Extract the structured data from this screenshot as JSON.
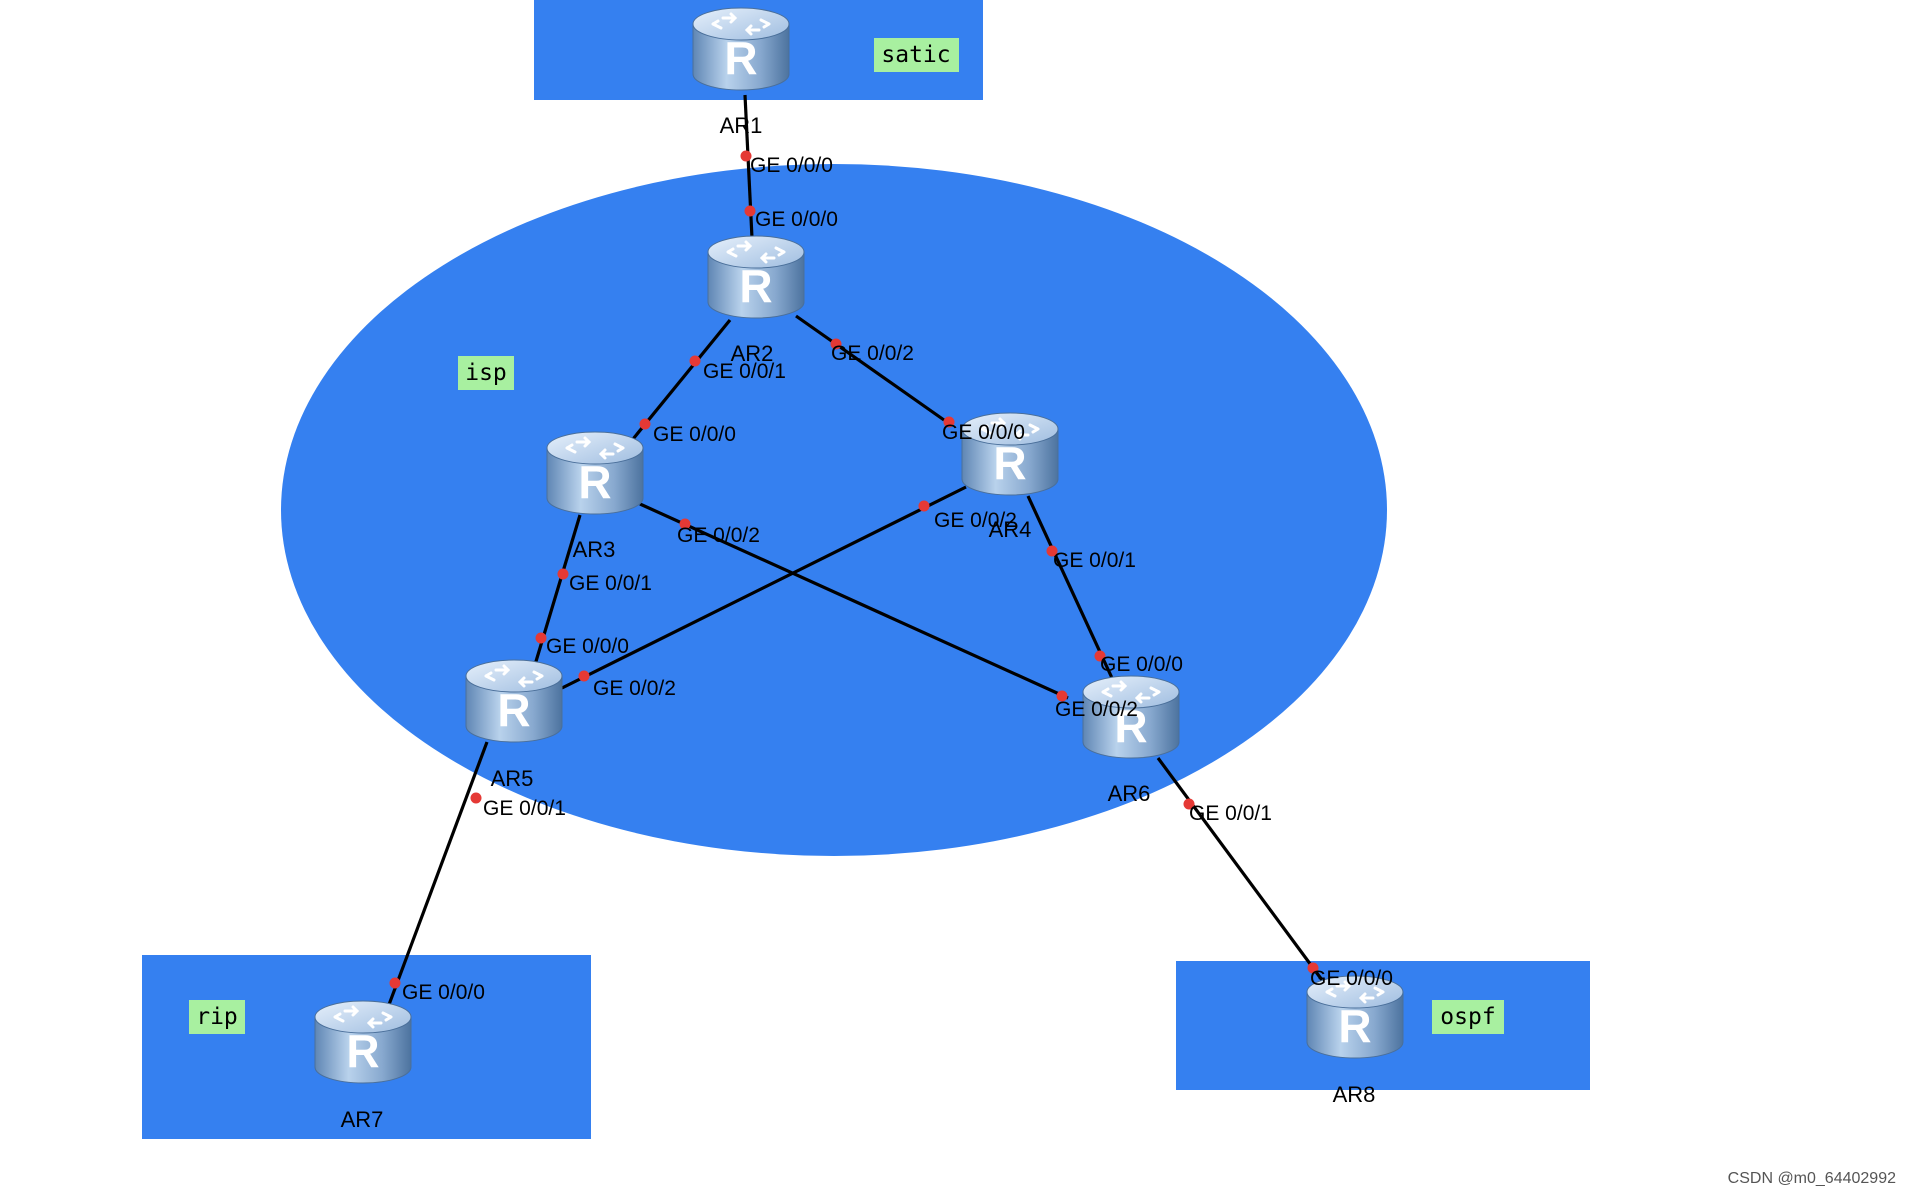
{
  "colors": {
    "area_fill": "#3580F0",
    "tag_fill": "#A8F0A0",
    "link": "#000000",
    "port_dot": "#E53935"
  },
  "areas": {
    "static": {
      "label": "satic"
    },
    "isp": {
      "label": "isp"
    },
    "rip": {
      "label": "rip"
    },
    "ospf": {
      "label": "ospf"
    }
  },
  "routers": [
    {
      "id": "AR1",
      "label": "AR1",
      "icon": "router-icon"
    },
    {
      "id": "AR2",
      "label": "AR2",
      "icon": "router-icon"
    },
    {
      "id": "AR3",
      "label": "AR3",
      "icon": "router-icon"
    },
    {
      "id": "AR4",
      "label": "AR4",
      "icon": "router-icon"
    },
    {
      "id": "AR5",
      "label": "AR5",
      "icon": "router-icon"
    },
    {
      "id": "AR6",
      "label": "AR6",
      "icon": "router-icon"
    },
    {
      "id": "AR7",
      "label": "AR7",
      "icon": "router-icon"
    },
    {
      "id": "AR8",
      "label": "AR8",
      "icon": "router-icon"
    }
  ],
  "links": [
    {
      "from": "AR1",
      "from_port": "GE 0/0/0",
      "to": "AR2",
      "to_port": "GE 0/0/0"
    },
    {
      "from": "AR2",
      "from_port": "GE 0/0/1",
      "to": "AR3",
      "to_port": "GE 0/0/0"
    },
    {
      "from": "AR2",
      "from_port": "GE 0/0/2",
      "to": "AR4",
      "to_port": "GE 0/0/0"
    },
    {
      "from": "AR3",
      "from_port": "GE 0/0/1",
      "to": "AR5",
      "to_port": "GE 0/0/0"
    },
    {
      "from": "AR3",
      "from_port": "GE 0/0/2",
      "to": "AR6",
      "to_port": "GE 0/0/2"
    },
    {
      "from": "AR4",
      "from_port": "GE 0/0/2",
      "to": "AR5",
      "to_port": "GE 0/0/2"
    },
    {
      "from": "AR4",
      "from_port": "GE 0/0/1",
      "to": "AR6",
      "to_port": "GE 0/0/0"
    },
    {
      "from": "AR5",
      "from_port": "GE 0/0/1",
      "to": "AR7",
      "to_port": "GE 0/0/0"
    },
    {
      "from": "AR6",
      "from_port": "GE 0/0/1",
      "to": "AR8",
      "to_port": "GE 0/0/0"
    }
  ],
  "watermark": "CSDN @m0_64402992"
}
